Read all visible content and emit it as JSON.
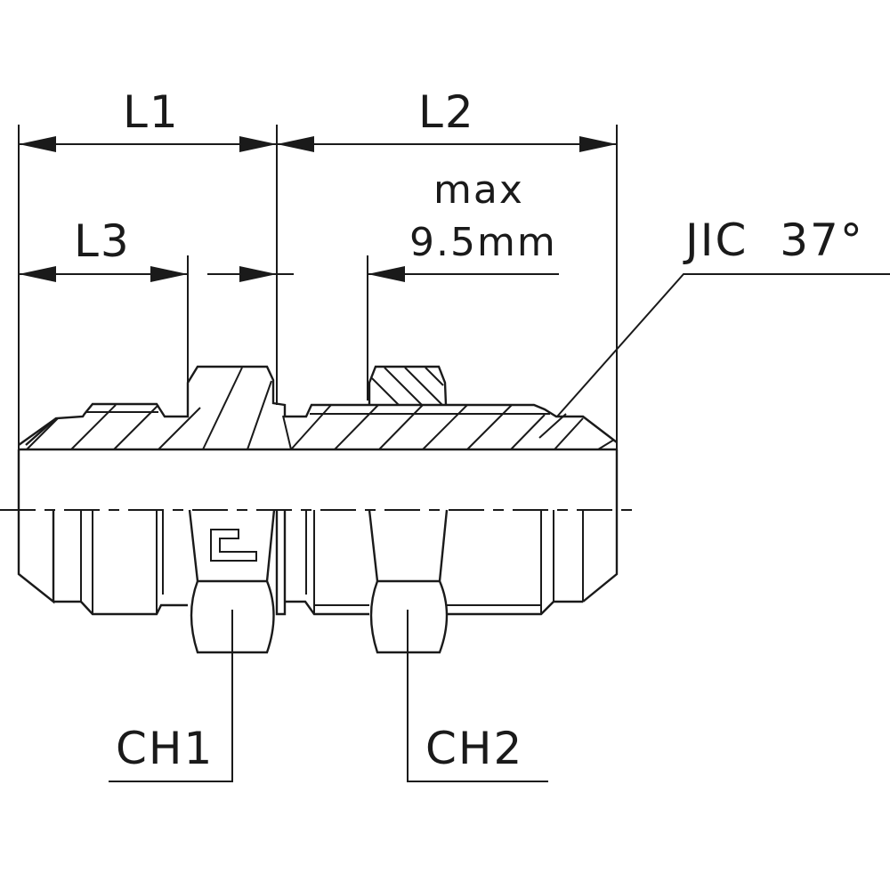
{
  "drawing": {
    "title": "Bulkhead union JIC 37° fitting — dimension drawing",
    "line_color": "#1a1a1a",
    "background": "#ffffff"
  },
  "dimensions": {
    "l1": {
      "label": "L1"
    },
    "l2": {
      "label": "L2"
    },
    "l3": {
      "label": "L3"
    },
    "max_note": {
      "line1": "max",
      "line2": "9.5mm"
    }
  },
  "callouts": {
    "jic": {
      "label": "JIC  37°"
    },
    "ch1": {
      "label": "CH1"
    },
    "ch2": {
      "label": "CH2"
    }
  },
  "icons": {
    "brand_mark": "stylized-e-logo"
  }
}
